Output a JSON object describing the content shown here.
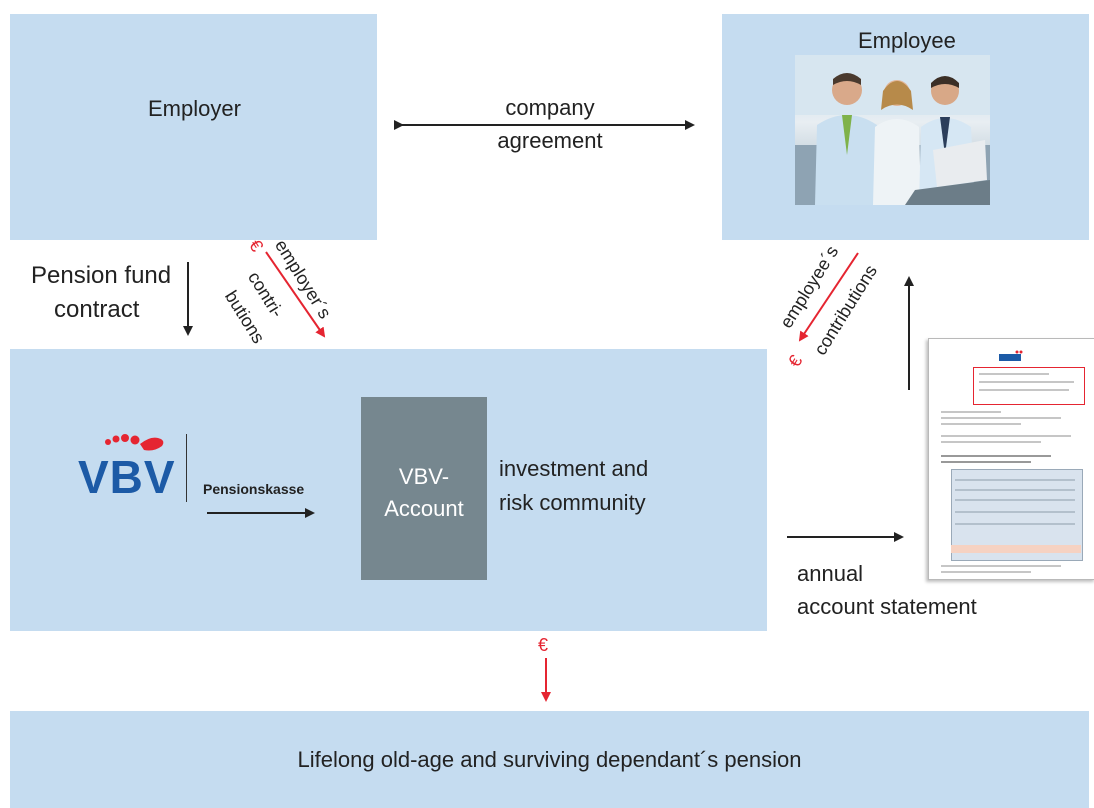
{
  "employer": {
    "label": "Employer"
  },
  "employee": {
    "label": "Employee"
  },
  "agreement": {
    "line1": "company",
    "line2": "agreement"
  },
  "pension_contract": {
    "line1": "Pension fund",
    "line2": "contract"
  },
  "employer_contrib": {
    "currency": "€",
    "line1": "employer´s",
    "line2": "contri-",
    "line3": "butions"
  },
  "employee_contrib": {
    "currency": "€",
    "line1": "employee´s",
    "line2": "contributions"
  },
  "vbv": {
    "logo_text": "VBV",
    "pensionskasse": "Pensionskasse"
  },
  "account": {
    "line1": "VBV-",
    "line2": "Account"
  },
  "investment": {
    "line1": "investment and",
    "line2": "risk community"
  },
  "statement": {
    "line1": "annual",
    "line2": "account statement"
  },
  "payout": {
    "currency": "€"
  },
  "pension": {
    "label": "Lifelong old-age and surviving dependant´s pension"
  },
  "colors": {
    "box": "#c5dcf0",
    "account": "#76878f",
    "red_arrow": "#e52531",
    "vbv_blue": "#1c5aa6",
    "vbv_red": "#e52531"
  }
}
